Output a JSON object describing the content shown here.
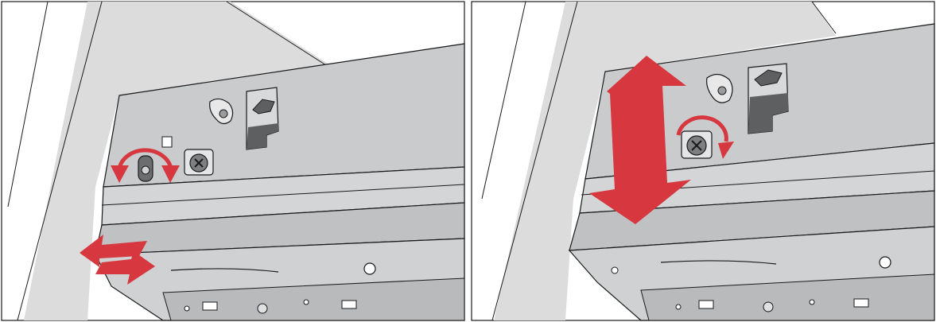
{
  "figure": {
    "panels": [
      {
        "id": "step-1",
        "adjustment": "horizontal",
        "arrows": [
          "rotate-arrow-icon",
          "horizontal-double-arrow-icon"
        ]
      },
      {
        "id": "step-2",
        "adjustment": "vertical",
        "arrows": [
          "rotate-arrow-icon",
          "vertical-double-arrow-icon"
        ]
      }
    ],
    "colors": {
      "background": "#ffffff",
      "wall": "#dcdcdc",
      "panel_face": "#c9cbcd",
      "panel_shadow": "#9fa2a5",
      "outline": "#1a1a1a",
      "arrow_red": "#d7373f",
      "hook_dark": "#5d5f61"
    }
  }
}
